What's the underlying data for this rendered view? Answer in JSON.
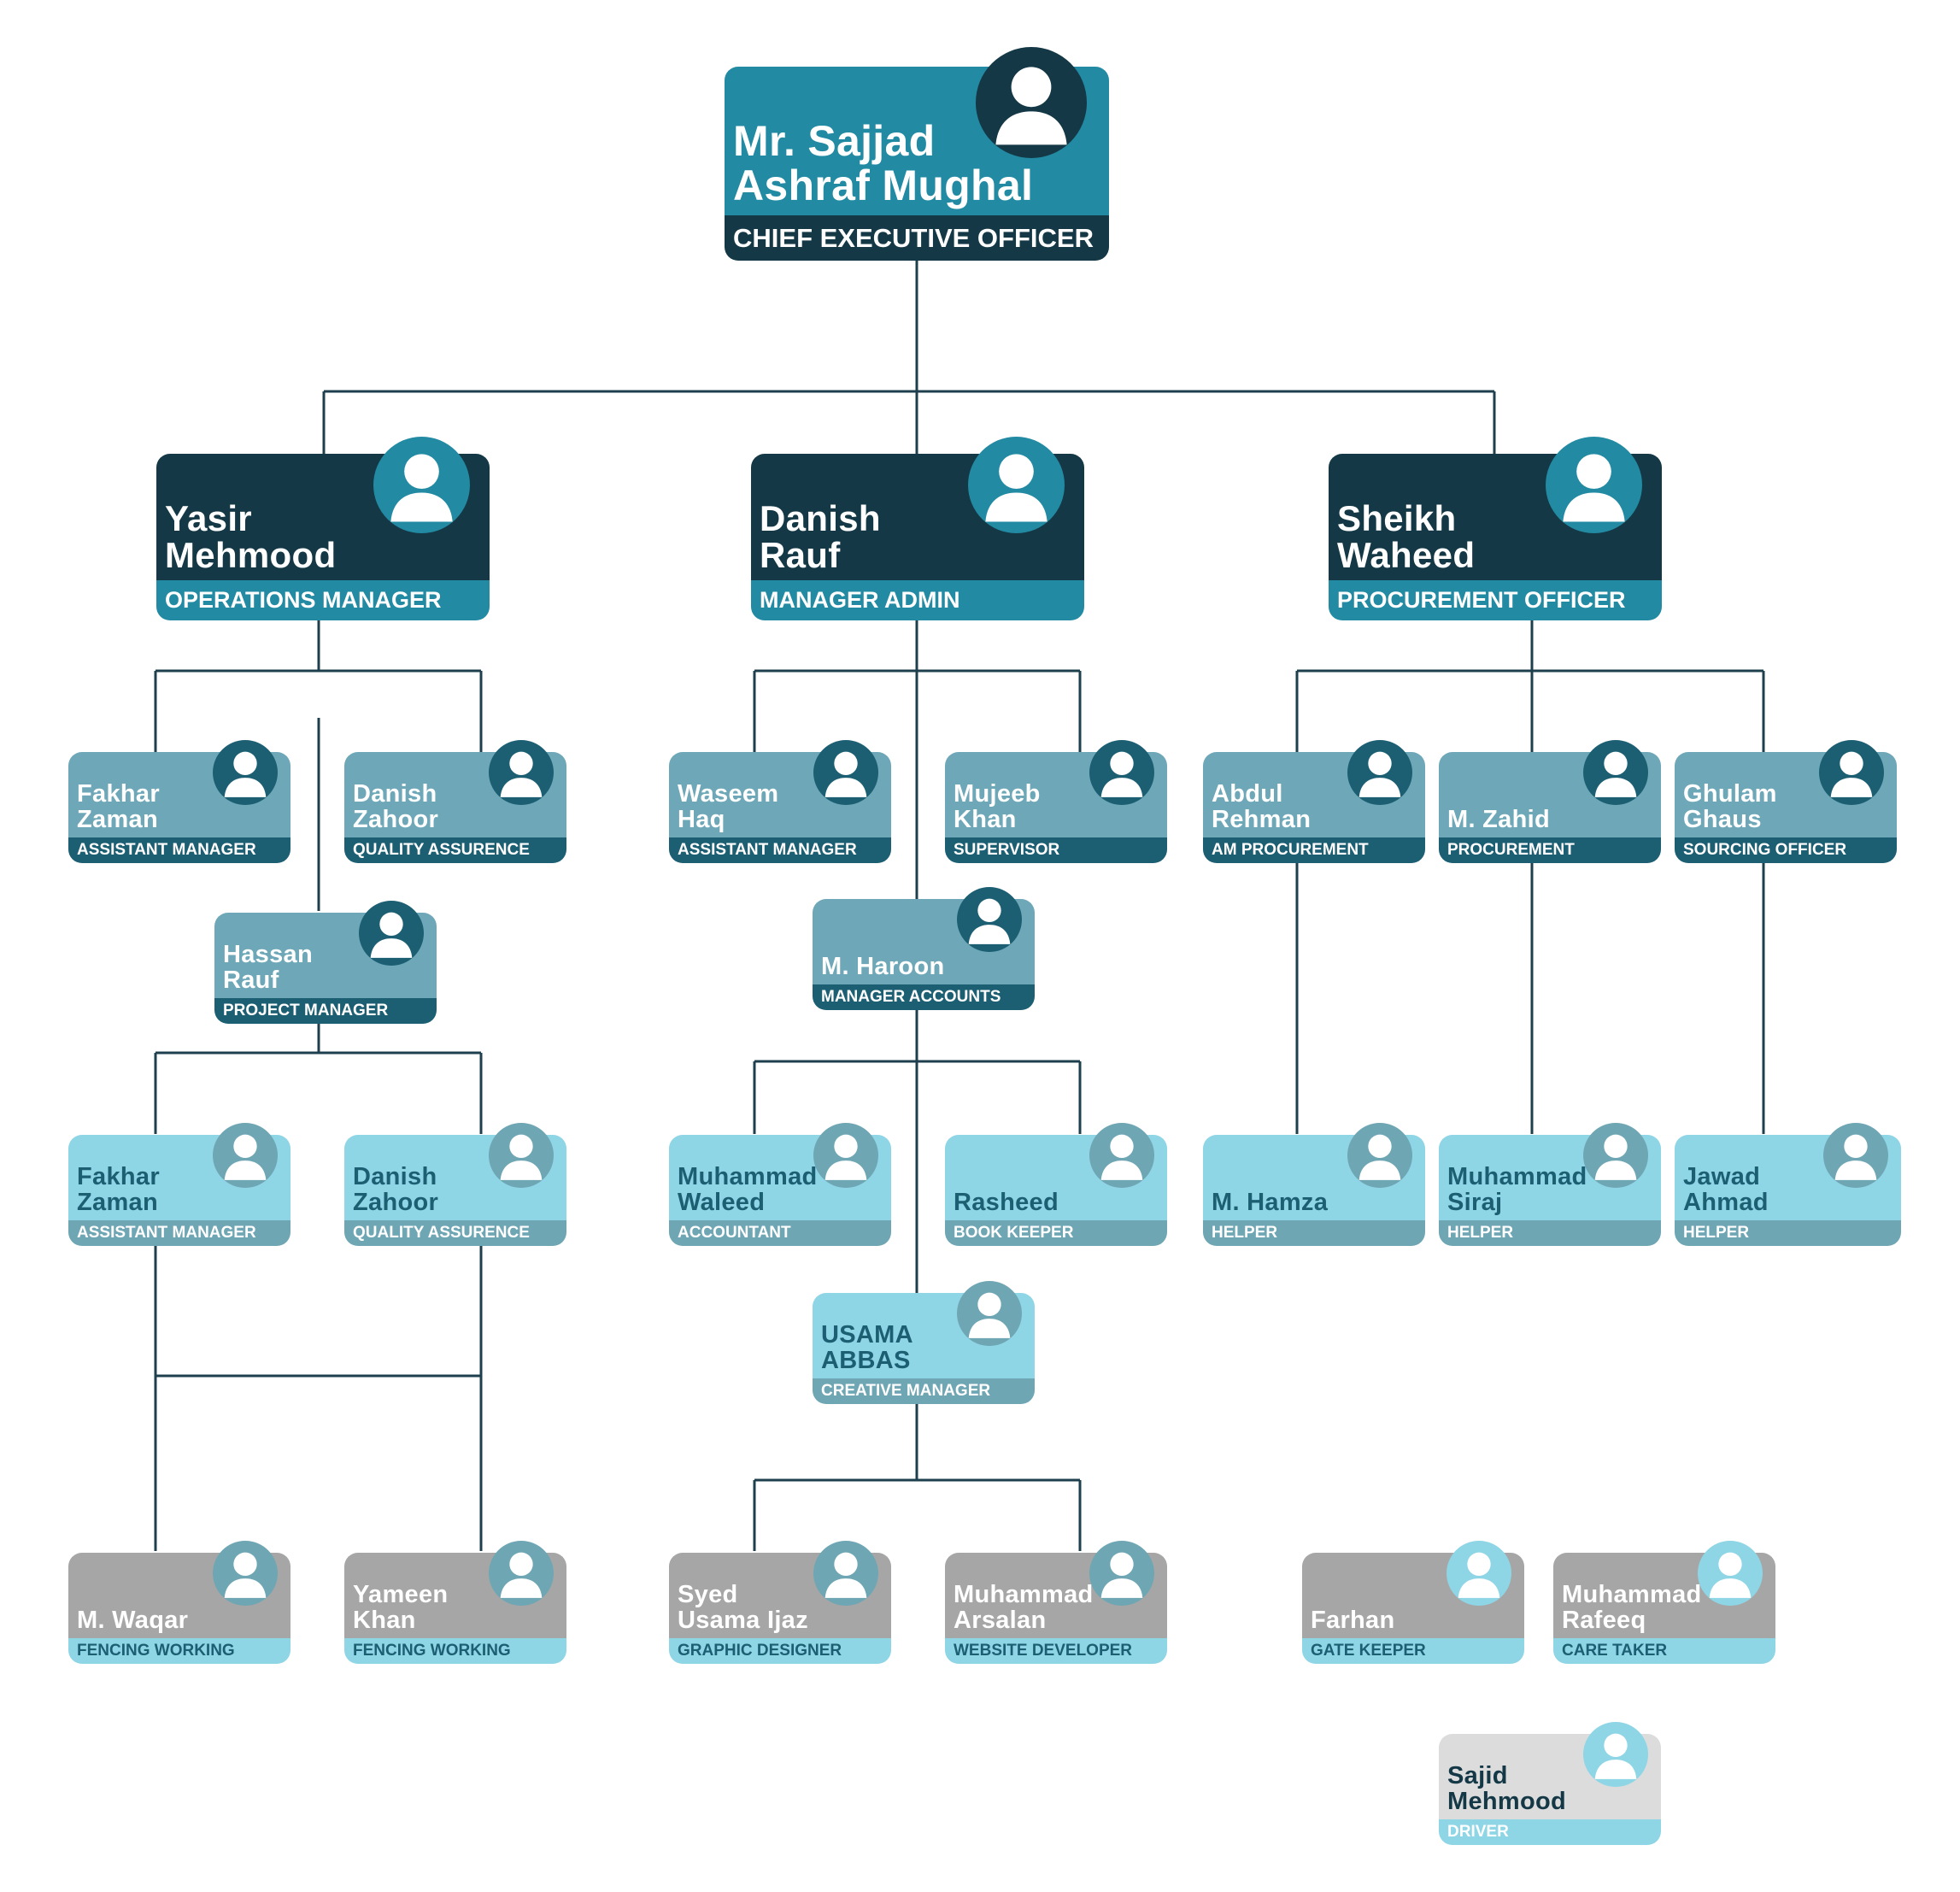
{
  "people": {
    "ceo": {
      "name": [
        "Mr. Sajjad",
        "Ashraf Mughal"
      ],
      "role": "CHIEF EXECUTIVE OFFICER"
    },
    "yasir": {
      "name": [
        "Yasir",
        "Mehmood"
      ],
      "role": "OPERATIONS MANAGER"
    },
    "danish_rauf": {
      "name": [
        "Danish",
        "Rauf"
      ],
      "role": "MANAGER ADMIN"
    },
    "sheikh": {
      "name": [
        "Sheikh",
        "Waheed"
      ],
      "role": "PROCUREMENT OFFICER"
    },
    "fakhar_1": {
      "name": [
        "Fakhar",
        "Zaman"
      ],
      "role": "ASSISTANT MANAGER"
    },
    "danish_z_1": {
      "name": [
        "Danish",
        "Zahoor"
      ],
      "role": "QUALITY ASSURENCE"
    },
    "waseem": {
      "name": [
        "Waseem",
        "Haq"
      ],
      "role": "ASSISTANT MANAGER"
    },
    "mujeeb": {
      "name": [
        "Mujeeb",
        "Khan"
      ],
      "role": "SUPERVISOR"
    },
    "abdul": {
      "name": [
        "Abdul",
        "Rehman"
      ],
      "role": "AM PROCUREMENT"
    },
    "zahid": {
      "name": [
        "M. Zahid"
      ],
      "role": "PROCUREMENT"
    },
    "ghulam": {
      "name": [
        "Ghulam",
        "Ghaus"
      ],
      "role": "SOURCING OFFICER"
    },
    "hassan": {
      "name": [
        "Hassan",
        "Rauf"
      ],
      "role": "PROJECT MANAGER"
    },
    "haroon": {
      "name": [
        "M. Haroon"
      ],
      "role": "MANAGER ACCOUNTS"
    },
    "fakhar_2": {
      "name": [
        "Fakhar",
        "Zaman"
      ],
      "role": "ASSISTANT MANAGER"
    },
    "danish_z_2": {
      "name": [
        "Danish",
        "Zahoor"
      ],
      "role": "QUALITY ASSURENCE"
    },
    "waleed": {
      "name": [
        "Muhammad",
        "Waleed"
      ],
      "role": "ACCOUNTANT"
    },
    "rasheed": {
      "name": [
        "Rasheed"
      ],
      "role": "BOOK KEEPER"
    },
    "hamza": {
      "name": [
        "M. Hamza"
      ],
      "role": "HELPER"
    },
    "siraj": {
      "name": [
        "Muhammad",
        "Siraj"
      ],
      "role": "HELPER"
    },
    "jawad": {
      "name": [
        "Jawad",
        "Ahmad"
      ],
      "role": "HELPER"
    },
    "usama_abbas": {
      "name": [
        "USAMA",
        "ABBAS"
      ],
      "role": "CREATIVE MANAGER"
    },
    "waqar": {
      "name": [
        "M. Waqar"
      ],
      "role": "FENCING WORKING"
    },
    "yameen": {
      "name": [
        "Yameen",
        "Khan"
      ],
      "role": "FENCING WORKING"
    },
    "syed": {
      "name": [
        "Syed",
        "Usama Ijaz"
      ],
      "role": "GRAPHIC DESIGNER"
    },
    "arsalan": {
      "name": [
        "Muhammad",
        "Arsalan"
      ],
      "role": "WEBSITE DEVELOPER"
    },
    "farhan": {
      "name": [
        "Farhan"
      ],
      "role": "GATE KEEPER"
    },
    "rafeeq": {
      "name": [
        "Muhammad",
        "Rafeeq"
      ],
      "role": "CARE TAKER"
    },
    "sajid": {
      "name": [
        "Sajid",
        "Mehmood"
      ],
      "role": "DRIVER"
    }
  },
  "icons": {
    "avatar": "user-avatar-icon"
  },
  "colors": {
    "navy": "#143846",
    "teal": "#228aa2",
    "mid_teal": "#6ea8b8",
    "dark_teal": "#1c5f73",
    "light_blue": "#8ed5e6",
    "gray": "#a6a6a6",
    "light_gray": "#dcdcdc",
    "connector": "#1e3f4d"
  }
}
